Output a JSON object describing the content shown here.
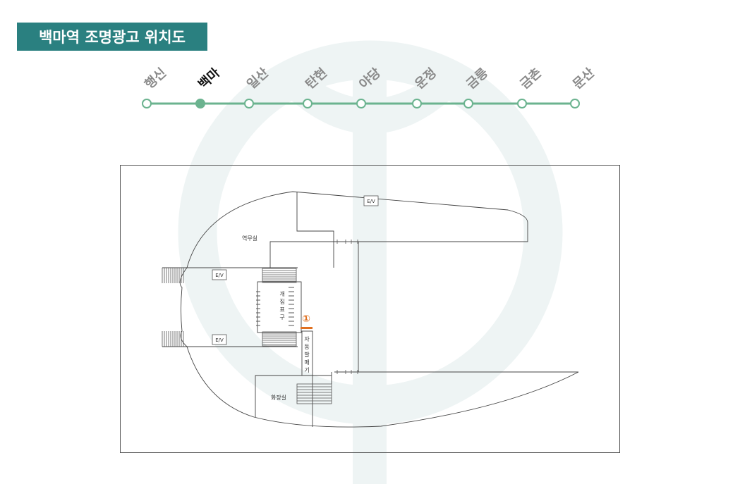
{
  "title": "백마역 조명광고 위치도",
  "line": {
    "color": "#6bb38f",
    "current_index": 1,
    "stations": [
      "행신",
      "백마",
      "일산",
      "탄현",
      "야당",
      "운정",
      "금릉",
      "금촌",
      "문산"
    ]
  },
  "floorplan": {
    "labels": {
      "station_office": "역무실",
      "restroom": "화장실",
      "ticket_gate": "개집표구",
      "ticket_machine": "자동발매기",
      "elevator": "E/V"
    },
    "ad_marker": {
      "number": "①",
      "color": "#e07020"
    }
  }
}
